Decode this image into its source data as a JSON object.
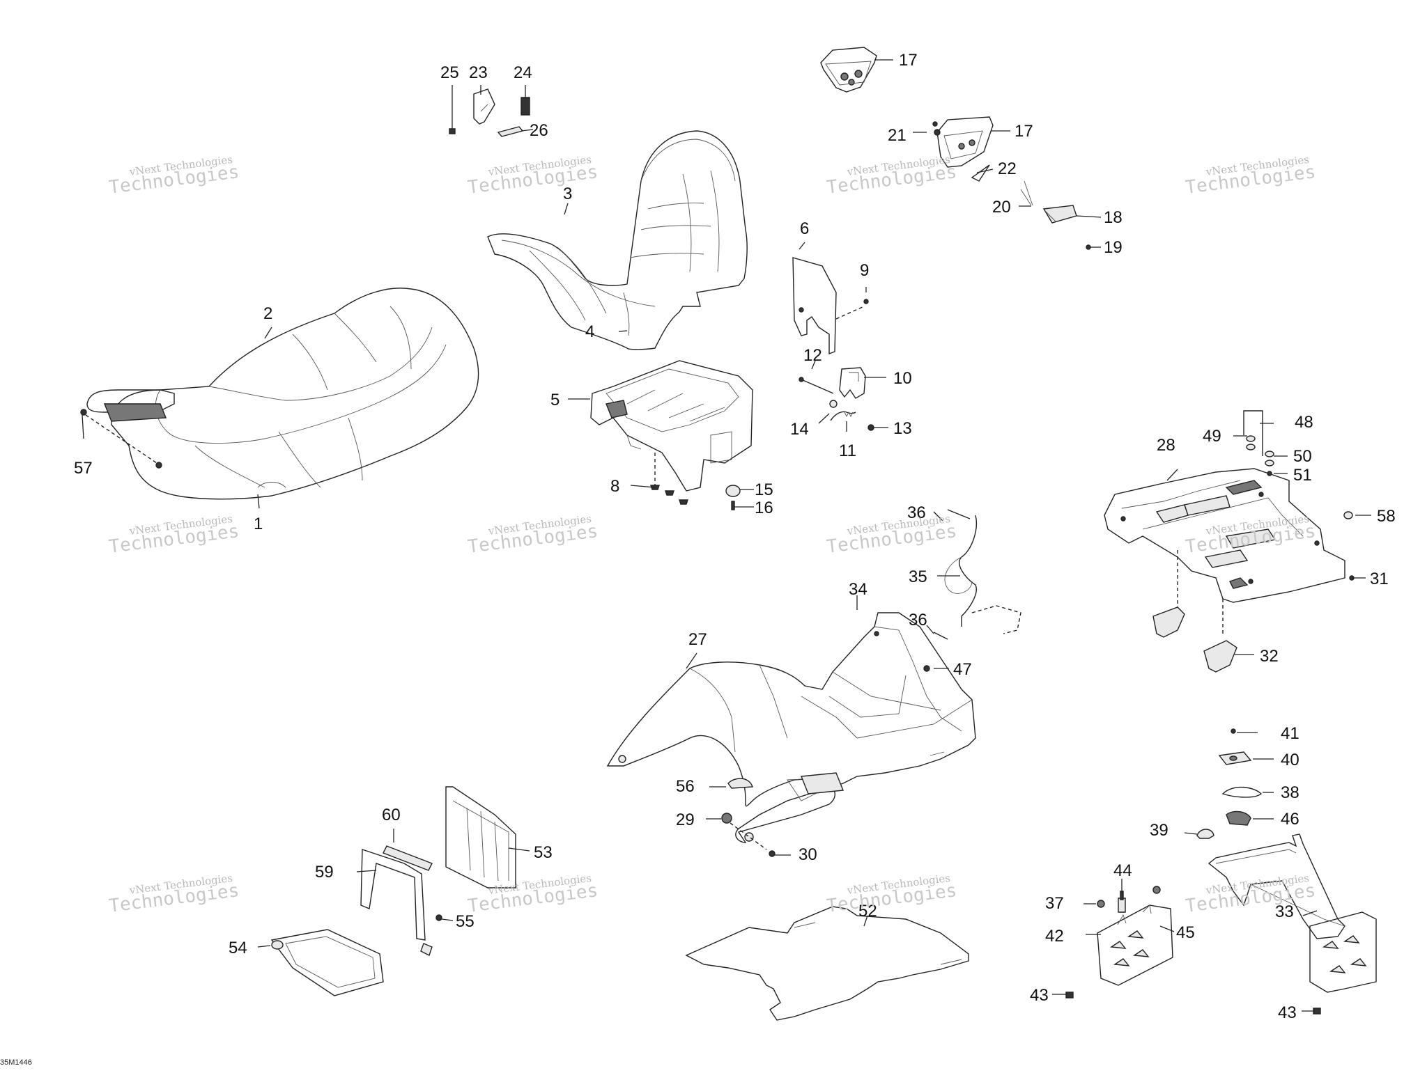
{
  "diagram": {
    "reference_code": "35M1446",
    "watermark": {
      "line1": "vNext Technologies",
      "line2": "Technologies"
    },
    "callouts": [
      {
        "id": "c1",
        "label": "1"
      },
      {
        "id": "c2",
        "label": "2"
      },
      {
        "id": "c3",
        "label": "3"
      },
      {
        "id": "c4",
        "label": "4"
      },
      {
        "id": "c5",
        "label": "5"
      },
      {
        "id": "c6",
        "label": "6"
      },
      {
        "id": "c8",
        "label": "8"
      },
      {
        "id": "c9",
        "label": "9"
      },
      {
        "id": "c10",
        "label": "10"
      },
      {
        "id": "c11",
        "label": "11"
      },
      {
        "id": "c12",
        "label": "12"
      },
      {
        "id": "c13",
        "label": "13"
      },
      {
        "id": "c14",
        "label": "14"
      },
      {
        "id": "c15",
        "label": "15"
      },
      {
        "id": "c16",
        "label": "16"
      },
      {
        "id": "c17a",
        "label": "17"
      },
      {
        "id": "c17b",
        "label": "17"
      },
      {
        "id": "c18",
        "label": "18"
      },
      {
        "id": "c19",
        "label": "19"
      },
      {
        "id": "c20",
        "label": "20"
      },
      {
        "id": "c21",
        "label": "21"
      },
      {
        "id": "c22",
        "label": "22"
      },
      {
        "id": "c23",
        "label": "23"
      },
      {
        "id": "c24",
        "label": "24"
      },
      {
        "id": "c25",
        "label": "25"
      },
      {
        "id": "c26",
        "label": "26"
      },
      {
        "id": "c27",
        "label": "27"
      },
      {
        "id": "c28",
        "label": "28"
      },
      {
        "id": "c29",
        "label": "29"
      },
      {
        "id": "c30",
        "label": "30"
      },
      {
        "id": "c31",
        "label": "31"
      },
      {
        "id": "c32",
        "label": "32"
      },
      {
        "id": "c33",
        "label": "33"
      },
      {
        "id": "c34",
        "label": "34"
      },
      {
        "id": "c35",
        "label": "35"
      },
      {
        "id": "c36a",
        "label": "36"
      },
      {
        "id": "c36b",
        "label": "36"
      },
      {
        "id": "c37",
        "label": "37"
      },
      {
        "id": "c38",
        "label": "38"
      },
      {
        "id": "c39",
        "label": "39"
      },
      {
        "id": "c40",
        "label": "40"
      },
      {
        "id": "c41",
        "label": "41"
      },
      {
        "id": "c42",
        "label": "42"
      },
      {
        "id": "c43a",
        "label": "43"
      },
      {
        "id": "c43b",
        "label": "43"
      },
      {
        "id": "c44",
        "label": "44"
      },
      {
        "id": "c45",
        "label": "45"
      },
      {
        "id": "c46",
        "label": "46"
      },
      {
        "id": "c47",
        "label": "47"
      },
      {
        "id": "c48",
        "label": "48"
      },
      {
        "id": "c49",
        "label": "49"
      },
      {
        "id": "c50",
        "label": "50"
      },
      {
        "id": "c51",
        "label": "51"
      },
      {
        "id": "c52",
        "label": "52"
      },
      {
        "id": "c53",
        "label": "53"
      },
      {
        "id": "c54",
        "label": "54"
      },
      {
        "id": "c55",
        "label": "55"
      },
      {
        "id": "c56",
        "label": "56"
      },
      {
        "id": "c57",
        "label": "57"
      },
      {
        "id": "c58",
        "label": "58"
      },
      {
        "id": "c59",
        "label": "59"
      },
      {
        "id": "c60",
        "label": "60"
      }
    ]
  }
}
